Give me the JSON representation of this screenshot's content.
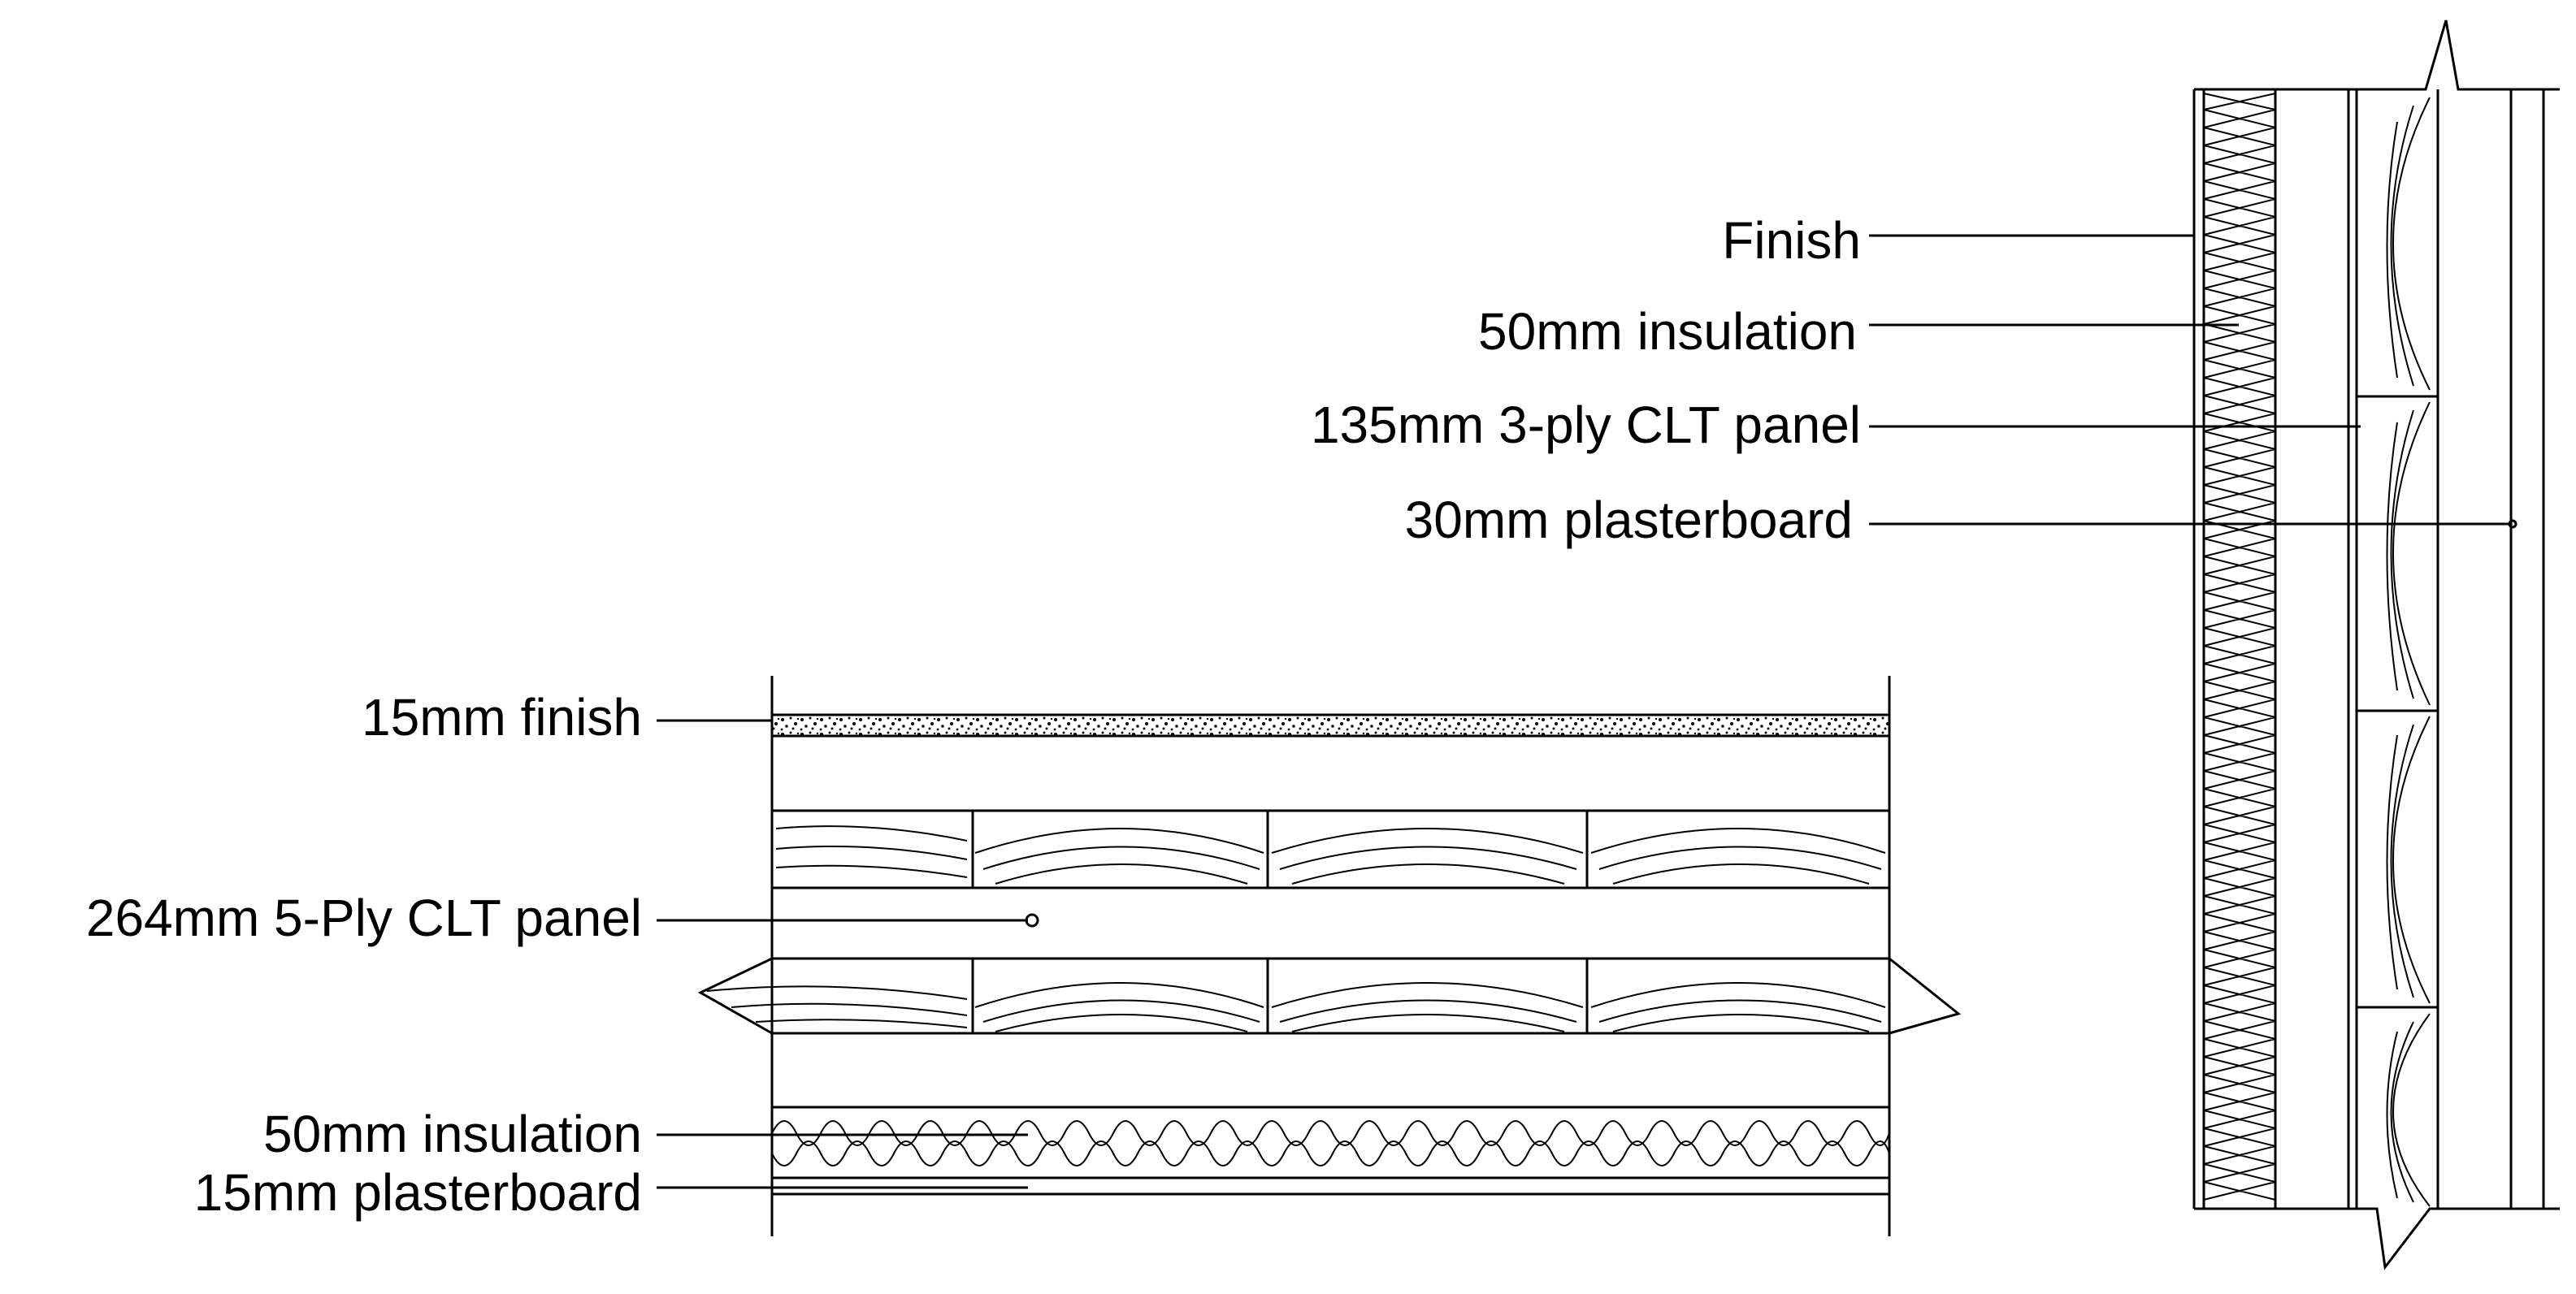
{
  "floor_section": {
    "labels": {
      "finish": "15mm finish",
      "clt_panel": "264mm 5-Ply CLT panel",
      "insulation": "50mm insulation",
      "plasterboard": "15mm plasterboard"
    }
  },
  "wall_section": {
    "labels": {
      "finish": "Finish",
      "insulation": "50mm insulation",
      "clt_panel": "135mm 3-ply CLT panel",
      "plasterboard": "30mm plasterboard"
    }
  },
  "colors": {
    "ink": "#000000",
    "background": "#ffffff"
  }
}
